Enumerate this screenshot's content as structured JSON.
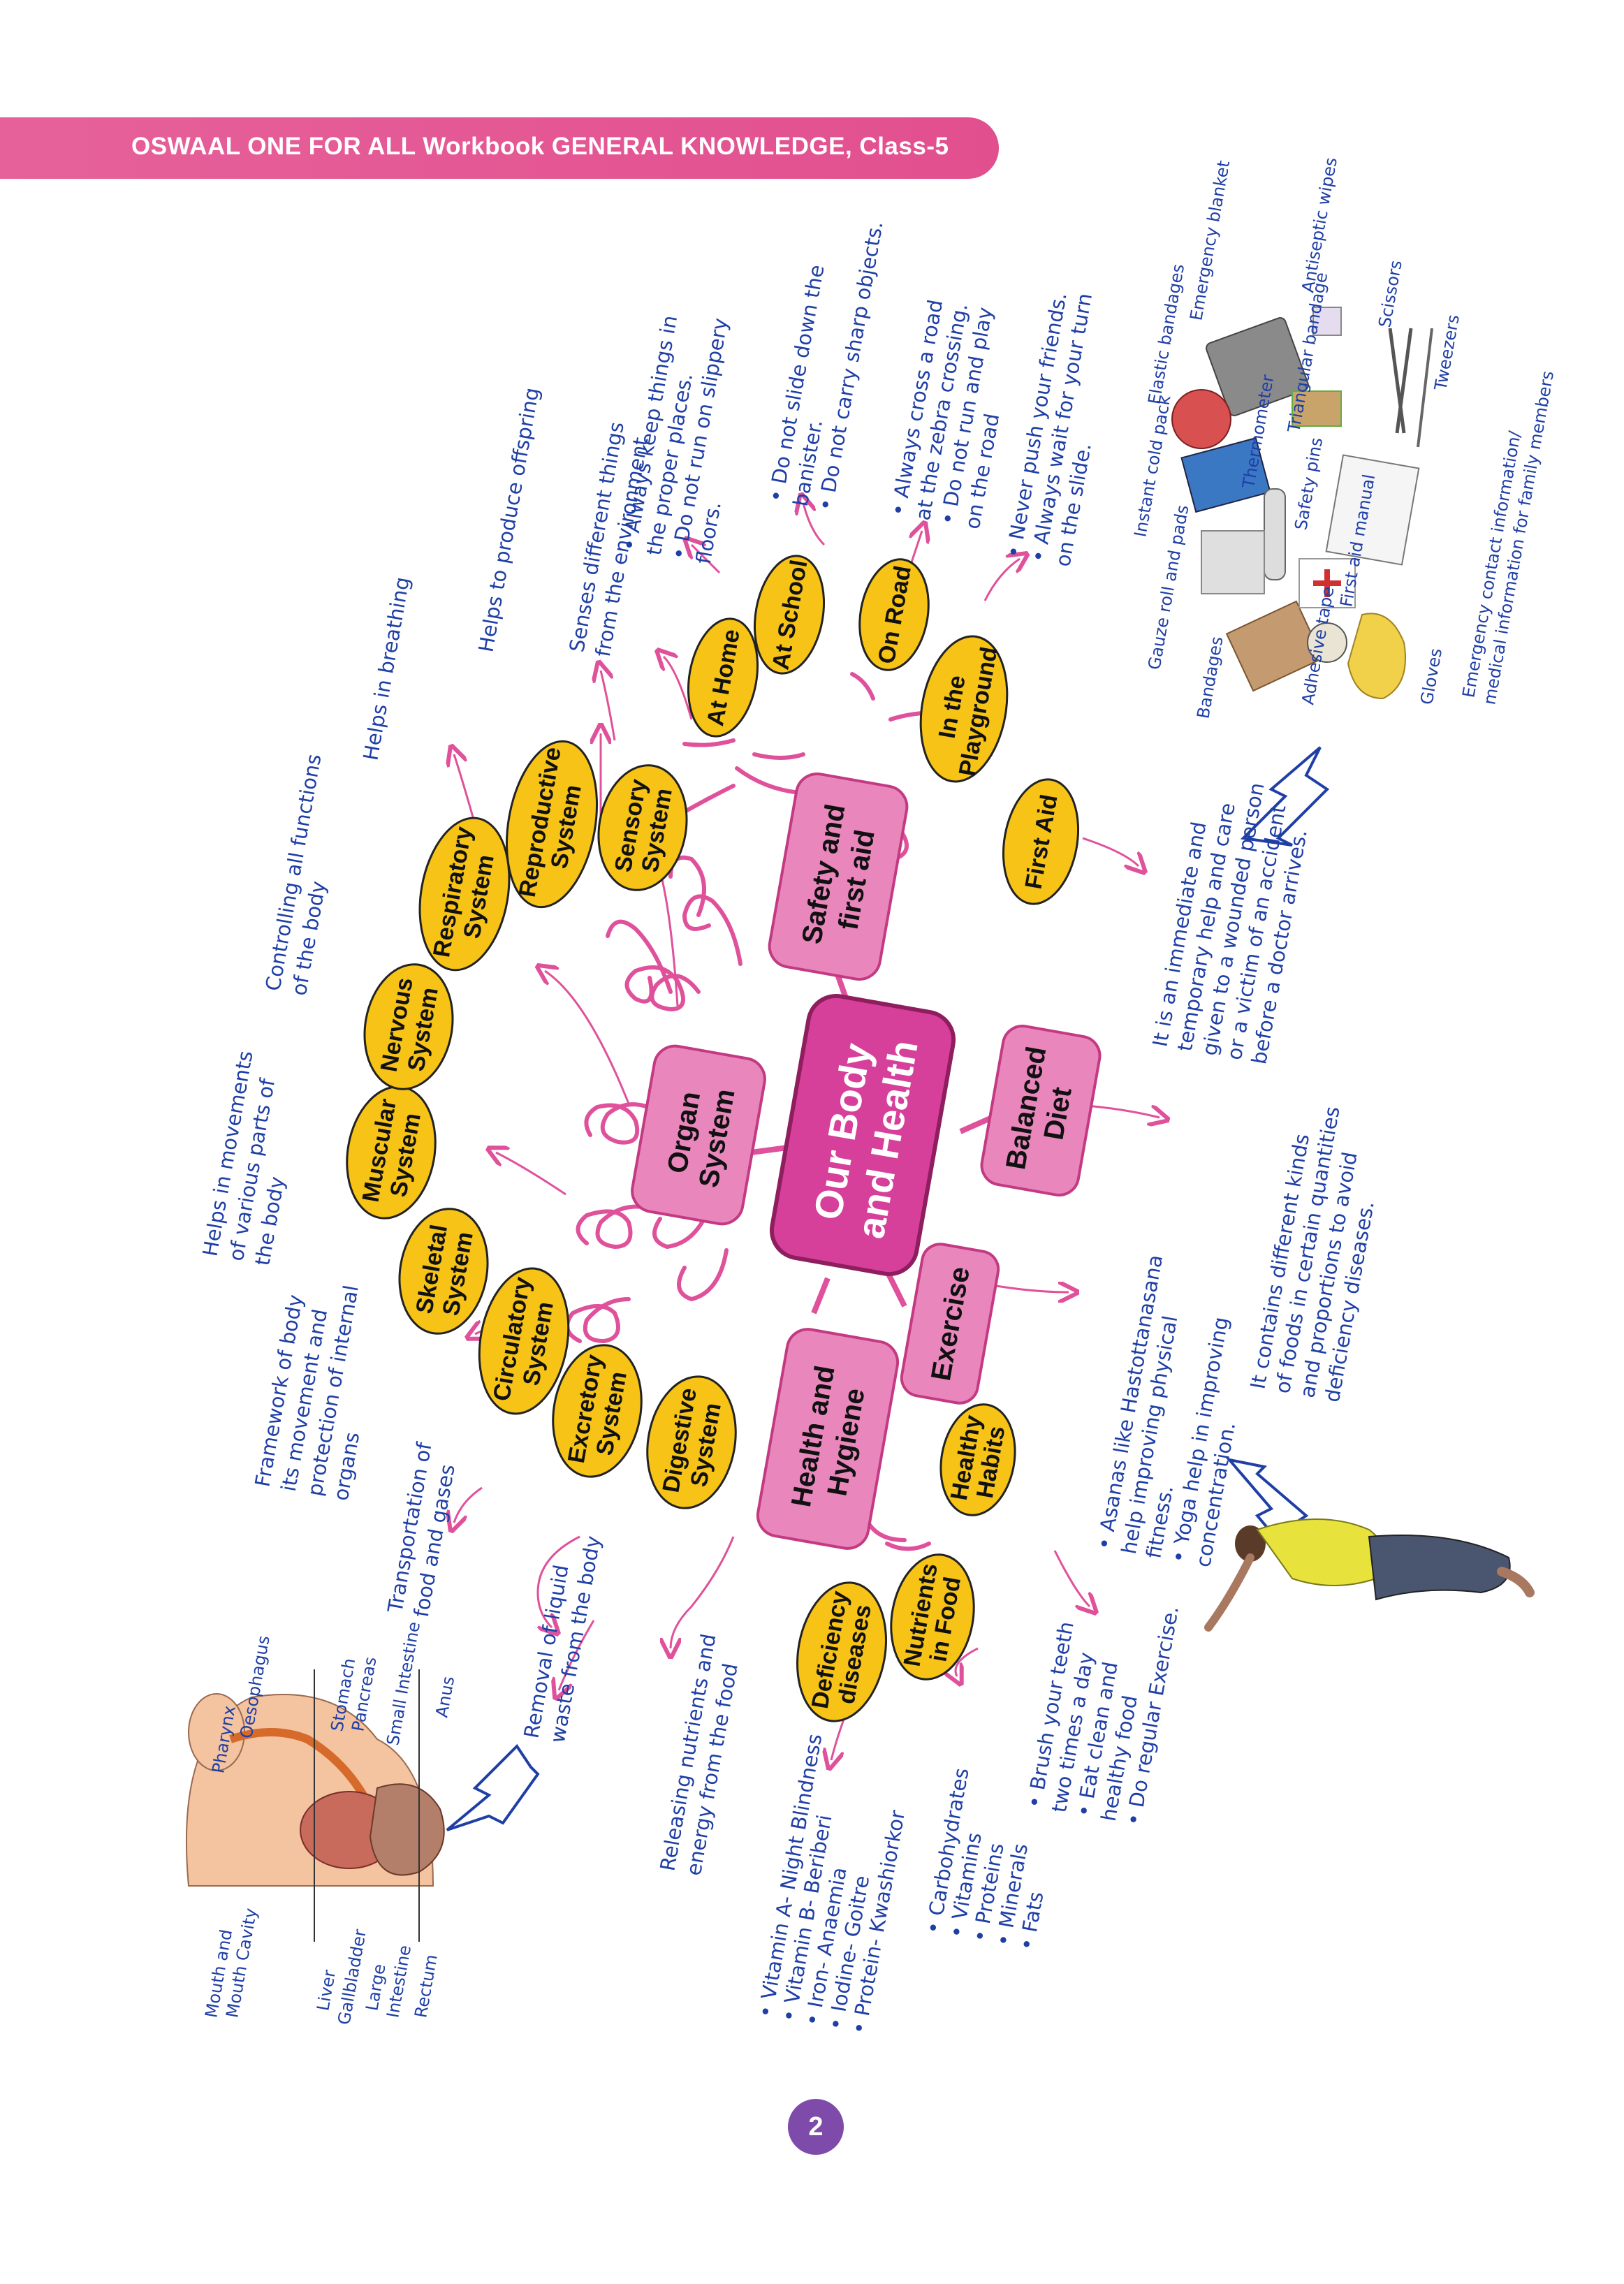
{
  "header": {
    "title": "OSWAAL ONE FOR ALL Workbook GENERAL KNOWLEDGE, Class-5",
    "page_number": "2"
  },
  "colors": {
    "header_pink": "#e6619a",
    "center_magenta": "#d6409a",
    "branch_pink": "#e987bd",
    "oval_yellow": "#f7c316",
    "note_blue": "#1f3fa6",
    "page_circle": "#7f4bab"
  },
  "center": {
    "line1": "Our Body",
    "line2": "and Health"
  },
  "branches": {
    "organ": {
      "line1": "Organ",
      "line2": "System"
    },
    "safety": {
      "line1": "Safety and",
      "line2": "first aid"
    },
    "diet": {
      "line1": "Balanced",
      "line2": "Diet"
    },
    "exercise": {
      "line1": "Exercise"
    },
    "hygiene": {
      "line1": "Health and",
      "line2": "Hygiene"
    }
  },
  "organ_systems": {
    "digestive": {
      "line1": "Digestive",
      "line2": "System",
      "desc1": "Releasing nutrients and",
      "desc2": "energy from the food"
    },
    "excretory": {
      "line1": "Excretory",
      "line2": "System",
      "desc1": "Removal of liquid",
      "desc2": "waste from the body"
    },
    "circulatory": {
      "line1": "Circulatory",
      "line2": "System",
      "desc1": "Transportation of",
      "desc2": "food and gases"
    },
    "skeletal": {
      "line1": "Skeletal",
      "line2": "System",
      "desc1": "Framework of body",
      "desc2": "its movement and",
      "desc3": "protection of internal",
      "desc4": "organs"
    },
    "muscular": {
      "line1": "Muscular",
      "line2": "System",
      "desc1": "Helps in movements",
      "desc2": "of various parts of",
      "desc3": "the body"
    },
    "nervous": {
      "line1": "Nervous",
      "line2": "System",
      "desc1": "Controlling all functions",
      "desc2": "of the body"
    },
    "respiratory": {
      "line1": "Respiratory",
      "line2": "System",
      "desc1": "Helps in breathing"
    },
    "reproductive": {
      "line1": "Reproductive",
      "line2": "System",
      "desc1": "Helps to produce offspring"
    },
    "sensory": {
      "line1": "Sensory",
      "line2": "System",
      "desc1": "Senses different things",
      "desc2": "from the environment"
    }
  },
  "safety_places": {
    "home": {
      "label": "At Home",
      "b1a": "• Always keep things in",
      "b1b": "the proper places.",
      "b2a": "• Do not run on slippery",
      "b2b": "floors."
    },
    "school": {
      "label": "At School",
      "b1a": "• Do not slide down the",
      "b1b": "banister.",
      "b2a": "• Do not carry sharp objects."
    },
    "road": {
      "label": "On Road",
      "b1a": "• Always cross a road",
      "b1b": "at the zebra crossing.",
      "b2a": "• Do not run and play",
      "b2b": "on the road"
    },
    "playground": {
      "line1": "In the",
      "line2": "Playground",
      "b1a": "• Never push your friends.",
      "b2a": "• Always wait for your turn",
      "b2b": "on the slide."
    },
    "first_aid": {
      "label": "First Aid",
      "d1": "It is an immediate and",
      "d2": "temporary help and care",
      "d3": "given to a wounded person",
      "d4": "or a victim of an accident",
      "d5": "before a doctor arrives."
    }
  },
  "first_aid_kit": {
    "emergency_blanket": "Emergency blanket",
    "elastic_bandages": "Elastic bandages",
    "antiseptic_wipes": "Antiseptic wipes",
    "triangular_bandage": "Triangular bandage",
    "scissors": "Scissors",
    "tweezers": "Tweezers",
    "instant_cold_pack": "Instant cold pack",
    "thermometer": "Thermometer",
    "safety_pins": "Safety pins",
    "gauze": "Gauze roll and pads",
    "bandages": "Bandages",
    "adhesive_tape": "Adhesive tape",
    "first_aid_manual": "First aid manual",
    "gloves": "Gloves",
    "emergency_info1": "Emergency contact information/",
    "emergency_info2": "medical information for family members"
  },
  "diet_desc": {
    "d1": "It contains different kinds",
    "d2": "of foods in certain quantities",
    "d3": "and proportions to avoid",
    "d4": "deficiency diseases."
  },
  "exercise_desc": {
    "b1a": "• Asanas like Hastottanasana",
    "b1b": "help improving physical",
    "b1c": "fitness.",
    "b2a": "• Yoga help in improving",
    "b2b": "concentration."
  },
  "hygiene": {
    "healthy_habits": {
      "line1": "Healthy",
      "line2": "Habits",
      "b1a": "• Brush your teeth",
      "b1b": "two times a day",
      "b2a": "• Eat clean and",
      "b2b": "healthy food",
      "b3": "• Do regular Exercise."
    },
    "nutrients": {
      "line1": "Nutrients",
      "line2": "in Food",
      "items": [
        "• Carbohydrates",
        "• Vitamins",
        "• Proteins",
        "• Minerals",
        "• Fats"
      ]
    },
    "deficiency": {
      "line1": "Deficiency",
      "line2": "diseases",
      "items": [
        "• Vitamin A- Night Blindness",
        "• Vitamin B- Beriberi",
        "• Iron- Anaemia",
        "• Iodine- Goitre",
        "• Protein- Kwashiorkor"
      ]
    }
  },
  "digestive_diagram": {
    "pharynx": "Pharynx",
    "oesophagus": "Oesophagus",
    "stomach": "Stomach",
    "pancreas": "Pancreas",
    "small_intestine": "Small Intestine",
    "anus": "Anus",
    "mouth1": "Mouth and",
    "mouth2": "Mouth Cavity",
    "liver": "Liver",
    "gallbladder": "Gallbladder",
    "large1": "Large",
    "large2": "Intestine",
    "rectum": "Rectum"
  }
}
